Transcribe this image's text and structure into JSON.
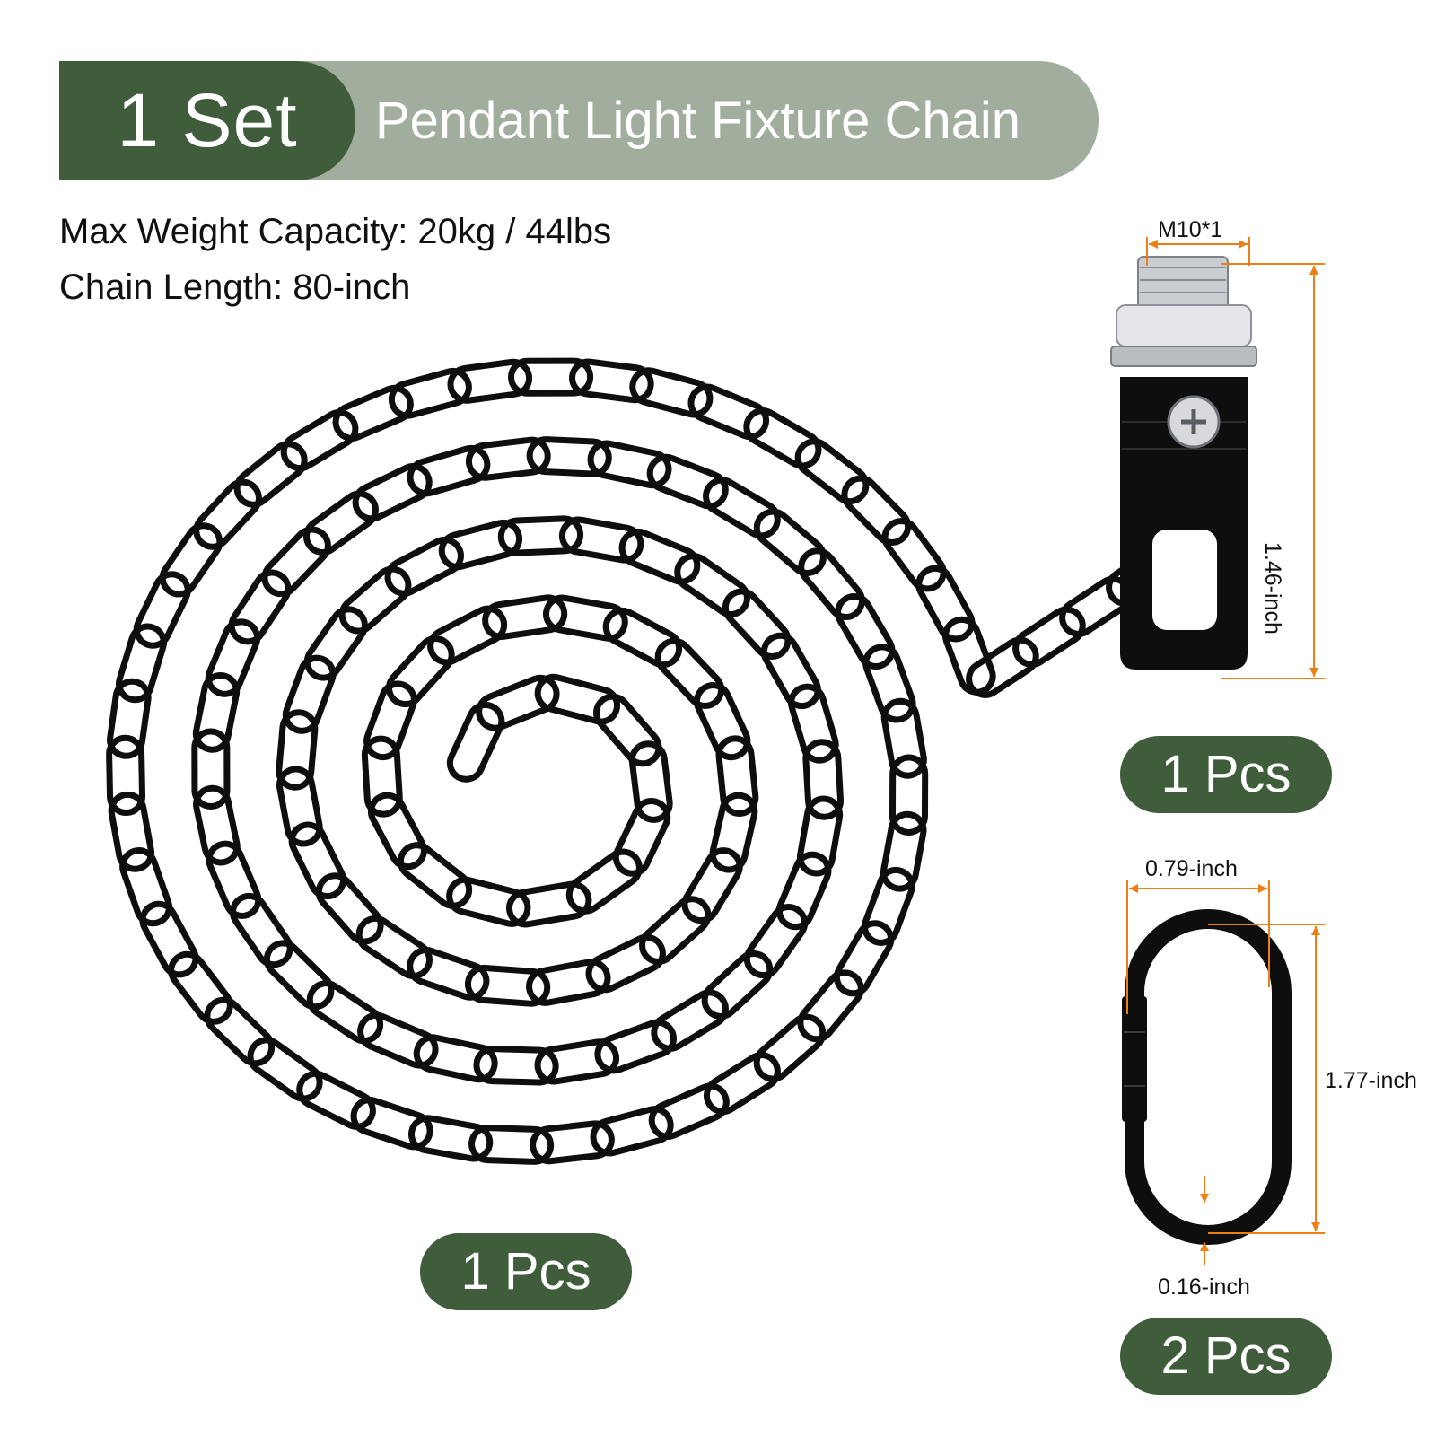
{
  "banner": {
    "quantity_label": "1 Set",
    "title": "Pendant Light Fixture Chain"
  },
  "specs": {
    "weight_capacity": "Max Weight Capacity: 20kg / 44lbs",
    "chain_length": "Chain Length: 80-inch"
  },
  "items": {
    "chain": {
      "count_label": "1 Pcs"
    },
    "swivel_hook": {
      "count_label": "1 Pcs",
      "thread_label": "M10*1",
      "height_label": "1.46-inch"
    },
    "quick_link": {
      "count_label": "2 Pcs",
      "width_label": "0.79-inch",
      "height_label": "1.77-inch",
      "wire_label": "0.16-inch"
    }
  },
  "colors": {
    "brand_green": "#3f5d3b",
    "banner_light": "#a2ae9d",
    "dimension_orange": "#f07f12",
    "hardware_black": "#0e0e0e"
  }
}
